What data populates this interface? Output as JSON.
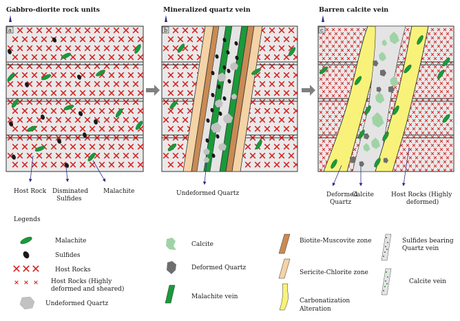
{
  "panels": [
    {
      "title": "Gabbro-diorite rock units",
      "tag": "a"
    },
    {
      "title": "Mineralized quartz vein",
      "tag": "b"
    },
    {
      "title": "Barren calcite vein",
      "tag": "c"
    }
  ],
  "callouts": {
    "a": [
      "Host Rock",
      "Disminated",
      "Sulfides",
      "Malachite"
    ],
    "b": [
      "Undeformed Quartz"
    ],
    "c": [
      "Deformed",
      "Quartz",
      "Calcite",
      "Host Rocks (Highly",
      "deformed)"
    ]
  },
  "legend": {
    "title": "Legends",
    "items": [
      {
        "key": "malachite",
        "label": "Malachite"
      },
      {
        "key": "sulfides",
        "label": "Sulfides"
      },
      {
        "key": "host",
        "label": "Host Rocks"
      },
      {
        "key": "host_def",
        "label": "Host Rocks (Highly",
        "label2": "deformed and sheared)"
      },
      {
        "key": "undeformed_quartz",
        "label": "Undeformed Quartz"
      },
      {
        "key": "calcite",
        "label": "Calcite"
      },
      {
        "key": "deformed_quartz",
        "label": "Deformed Quartz"
      },
      {
        "key": "malachite_vein",
        "label": "Malachite vein"
      },
      {
        "key": "biotite",
        "label": "Biotite-Muscovite zone"
      },
      {
        "key": "sericite",
        "label": "Sericite-Chlorite zone"
      },
      {
        "key": "carbonatization",
        "label": "Carbonatization",
        "label2": "Alteration"
      },
      {
        "key": "sulfides_vein",
        "label": "Sulfides bearing",
        "label2": "Quartz vein"
      },
      {
        "key": "calcite_vein",
        "label": "Calcite vein"
      }
    ]
  },
  "colors": {
    "host_x": "#d62424",
    "malachite": "#1a9a3a",
    "sulfide": "#1a1a1a",
    "panel_fill": "#e9e9e9",
    "undeformed_quartz": "#c2c2c2",
    "deformed_quartz": "#6e6e6e",
    "calcite": "#9fd3a6",
    "biotite": "#c98b55",
    "sericite": "#f4d3a6",
    "carbonatization": "#f8f27a",
    "vein_fill": "#e4e4e4",
    "arrow": "#808080",
    "callout": "#2d2d8a"
  }
}
